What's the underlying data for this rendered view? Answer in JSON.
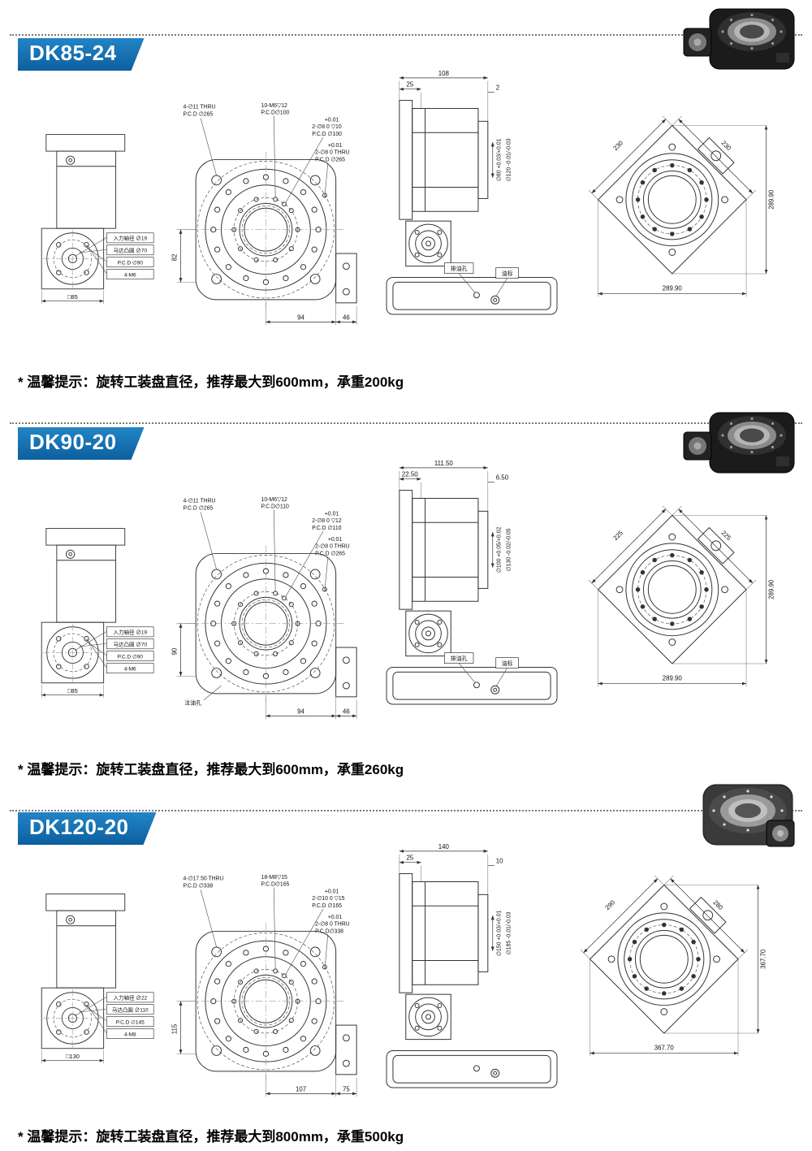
{
  "page": {
    "accent": "#1273b5",
    "bg": "#ffffff"
  },
  "sections": [
    {
      "model": "DK85-24",
      "note": "* 温馨提示：旋转工装盘直径，推荐最大到600mm，承重200kg",
      "left_view": {
        "labels": [
          "入力轴径 ∅19",
          "马达凸圆 ∅70",
          "P.C.D ∅90",
          "4-M6"
        ],
        "base_dim": "□85"
      },
      "front_view": {
        "label_corner": [
          "4-∅11 THRU",
          "P.C.D ∅265"
        ],
        "label_tap": [
          "10-M6▽12",
          "P.C.D∅100"
        ],
        "label_pin_inner": [
          "+0.01",
          "2-∅8 0 ▽10",
          "P.C.D ∅100"
        ],
        "label_pin_outer": [
          "+0.01",
          "2-∅8 0 THRU",
          "P.C.D ∅265"
        ],
        "dim_height": "82",
        "dim_w1": "94",
        "dim_w2": "46"
      },
      "section_view": {
        "dim_total": "108",
        "dim_a": "25",
        "dim_b": "2",
        "bore_small": "∅80 +0.03/+0.01",
        "bore_large": "∅120 -0.01/-0.03",
        "drain_label": "排油孔",
        "gauge_label": "油标"
      },
      "iso_view": {
        "edge_left": "230",
        "edge_right": "230",
        "dim_right": "289.90",
        "dim_bottom": "289.90"
      }
    },
    {
      "model": "DK90-20",
      "note": "* 温馨提示：旋转工装盘直径，推荐最大到600mm，承重260kg",
      "left_view": {
        "labels": [
          "入力轴径 ∅19",
          "马达凸圆 ∅70",
          "P.C.D ∅90",
          "4-M6"
        ],
        "base_dim": "□85"
      },
      "front_view": {
        "label_corner": [
          "4-∅11 THRU",
          "P.C.D ∅265"
        ],
        "label_tap": [
          "10-M6▽12",
          "P.C.D∅110"
        ],
        "label_pin_inner": [
          "+0.01",
          "2-∅8 0 ▽12",
          "P.C.D ∅110"
        ],
        "label_pin_outer": [
          "+0.01",
          "2-∅8 0 THRU",
          "P.C.D ∅265"
        ],
        "dim_height": "90",
        "dim_w1": "94",
        "dim_w2": "46",
        "oil_label": "注油孔"
      },
      "section_view": {
        "dim_total": "111.50",
        "dim_a": "22.50",
        "dim_b": "6.50",
        "bore_small": "∅100 +0.05/+0.02",
        "bore_large": "∅130 -0.02/-0.05",
        "drain_label": "排油孔",
        "gauge_label": "油标"
      },
      "iso_view": {
        "edge_left": "225",
        "edge_right": "225",
        "dim_right": "289.90",
        "dim_bottom": "289.90"
      }
    },
    {
      "model": "DK120-20",
      "note": "* 温馨提示：旋转工装盘直径，推荐最大到800mm，承重500kg",
      "left_view": {
        "labels": [
          "入力轴径 ∅22",
          "马达凸圆 ∅110",
          "P.C.D ∅145",
          "4-M8"
        ],
        "base_dim": "□130"
      },
      "front_view": {
        "label_corner": [
          "4-∅17.50 THRU",
          "P.C.D ∅338"
        ],
        "label_tap": [
          "18-M8▽15",
          "P.C.D∅165"
        ],
        "label_pin_inner": [
          "+0.01",
          "2-∅10 0 ▽15",
          "P.C.D ∅165"
        ],
        "label_pin_outer": [
          "+0.01",
          "2-∅8 0 THRU",
          "P.C.D∅338"
        ],
        "dim_height": "115",
        "dim_w1": "107",
        "dim_w2": "75"
      },
      "section_view": {
        "dim_total": "140",
        "dim_a": "25",
        "dim_b": "10",
        "bore_small": "∅150 +0.03/+0.01",
        "bore_large": "∅185 -0.01/-0.03"
      },
      "iso_view": {
        "edge_left": "290",
        "edge_right": "280",
        "dim_right": "367.70",
        "dim_bottom": "367.70"
      }
    }
  ]
}
